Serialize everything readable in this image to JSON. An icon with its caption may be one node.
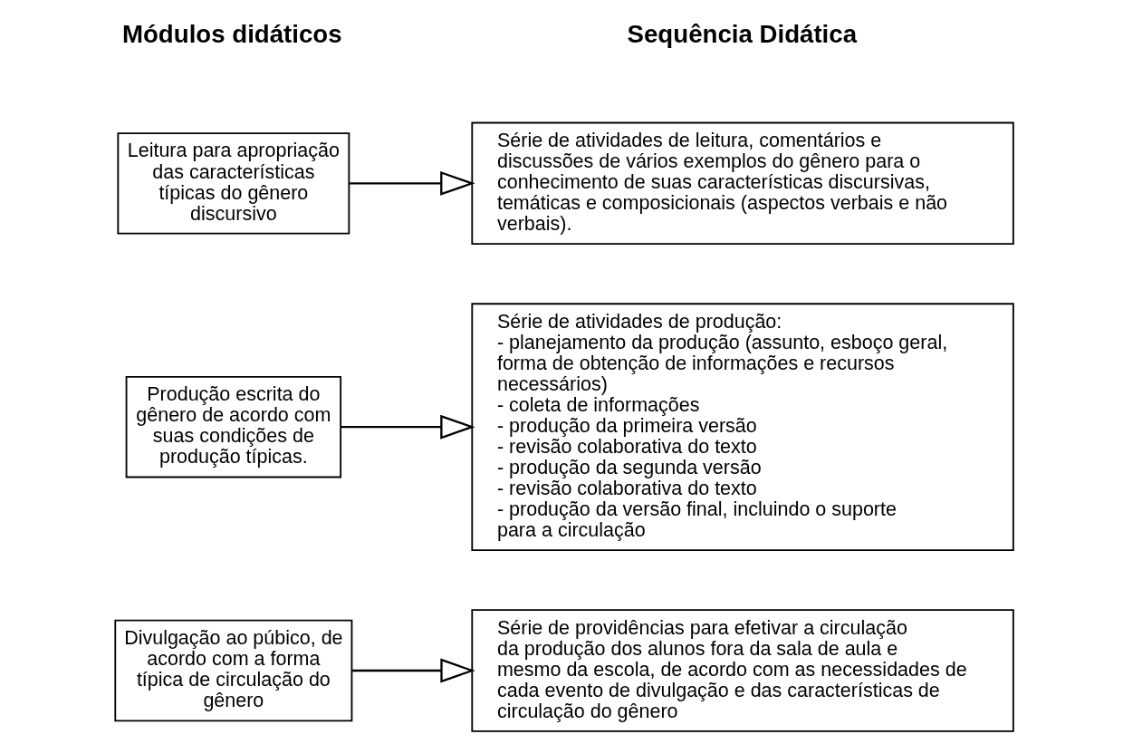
{
  "diagram": {
    "nodes": [
      {
        "text": [
          "Leitura para apropriação das características típicas do gênero discursivo"
        ]
      },
      {
        "text": [
          "Série de atividades de leitura, comentários e discussões de vários exemplos do gênero para o conhecimento de suas características discursivas, temáticas e composicionais (aspectos verbais e não verbais)."
        ]
      },
      {
        "text": [
          "Produção escrita do gênero de acordo com suas condições de produção típicas."
        ]
      },
      {
        "text": [
          "Série de atividades de produção:",
          "- planejamento da produção (assunto, esboço geral, forma de obtenção de informações e recursos necessários)",
          "- coleta de informações",
          "- produção da primeira versão",
          "- revisão colaborativa do texto",
          "- produção da segunda versão",
          "- revisão colaborativa do texto",
          "- produção da versão final, incluindo o suporte para a circulação"
        ]
      },
      {
        "text": [
          "Divulgação ao púbico, de acordo com a forma típica de circulação do gênero"
        ]
      },
      {
        "text": [
          "Série de providências para efetivar a circulação da produção dos alunos fora da sala de aula e mesmo da escola, de acordo com as necessidades de cada evento de divulgação e das características de circulação do gênero"
        ]
      }
    ],
    "edges": [
      {
        "from": 0,
        "to": 1,
        "arrow": "to"
      },
      {
        "from": 2,
        "to": 3,
        "arrow": "to"
      },
      {
        "from": 4,
        "to": 5,
        "arrow": "to"
      }
    ],
    "labels": [
      "Módulos didáticos",
      "Sequência Didática"
    ]
  }
}
